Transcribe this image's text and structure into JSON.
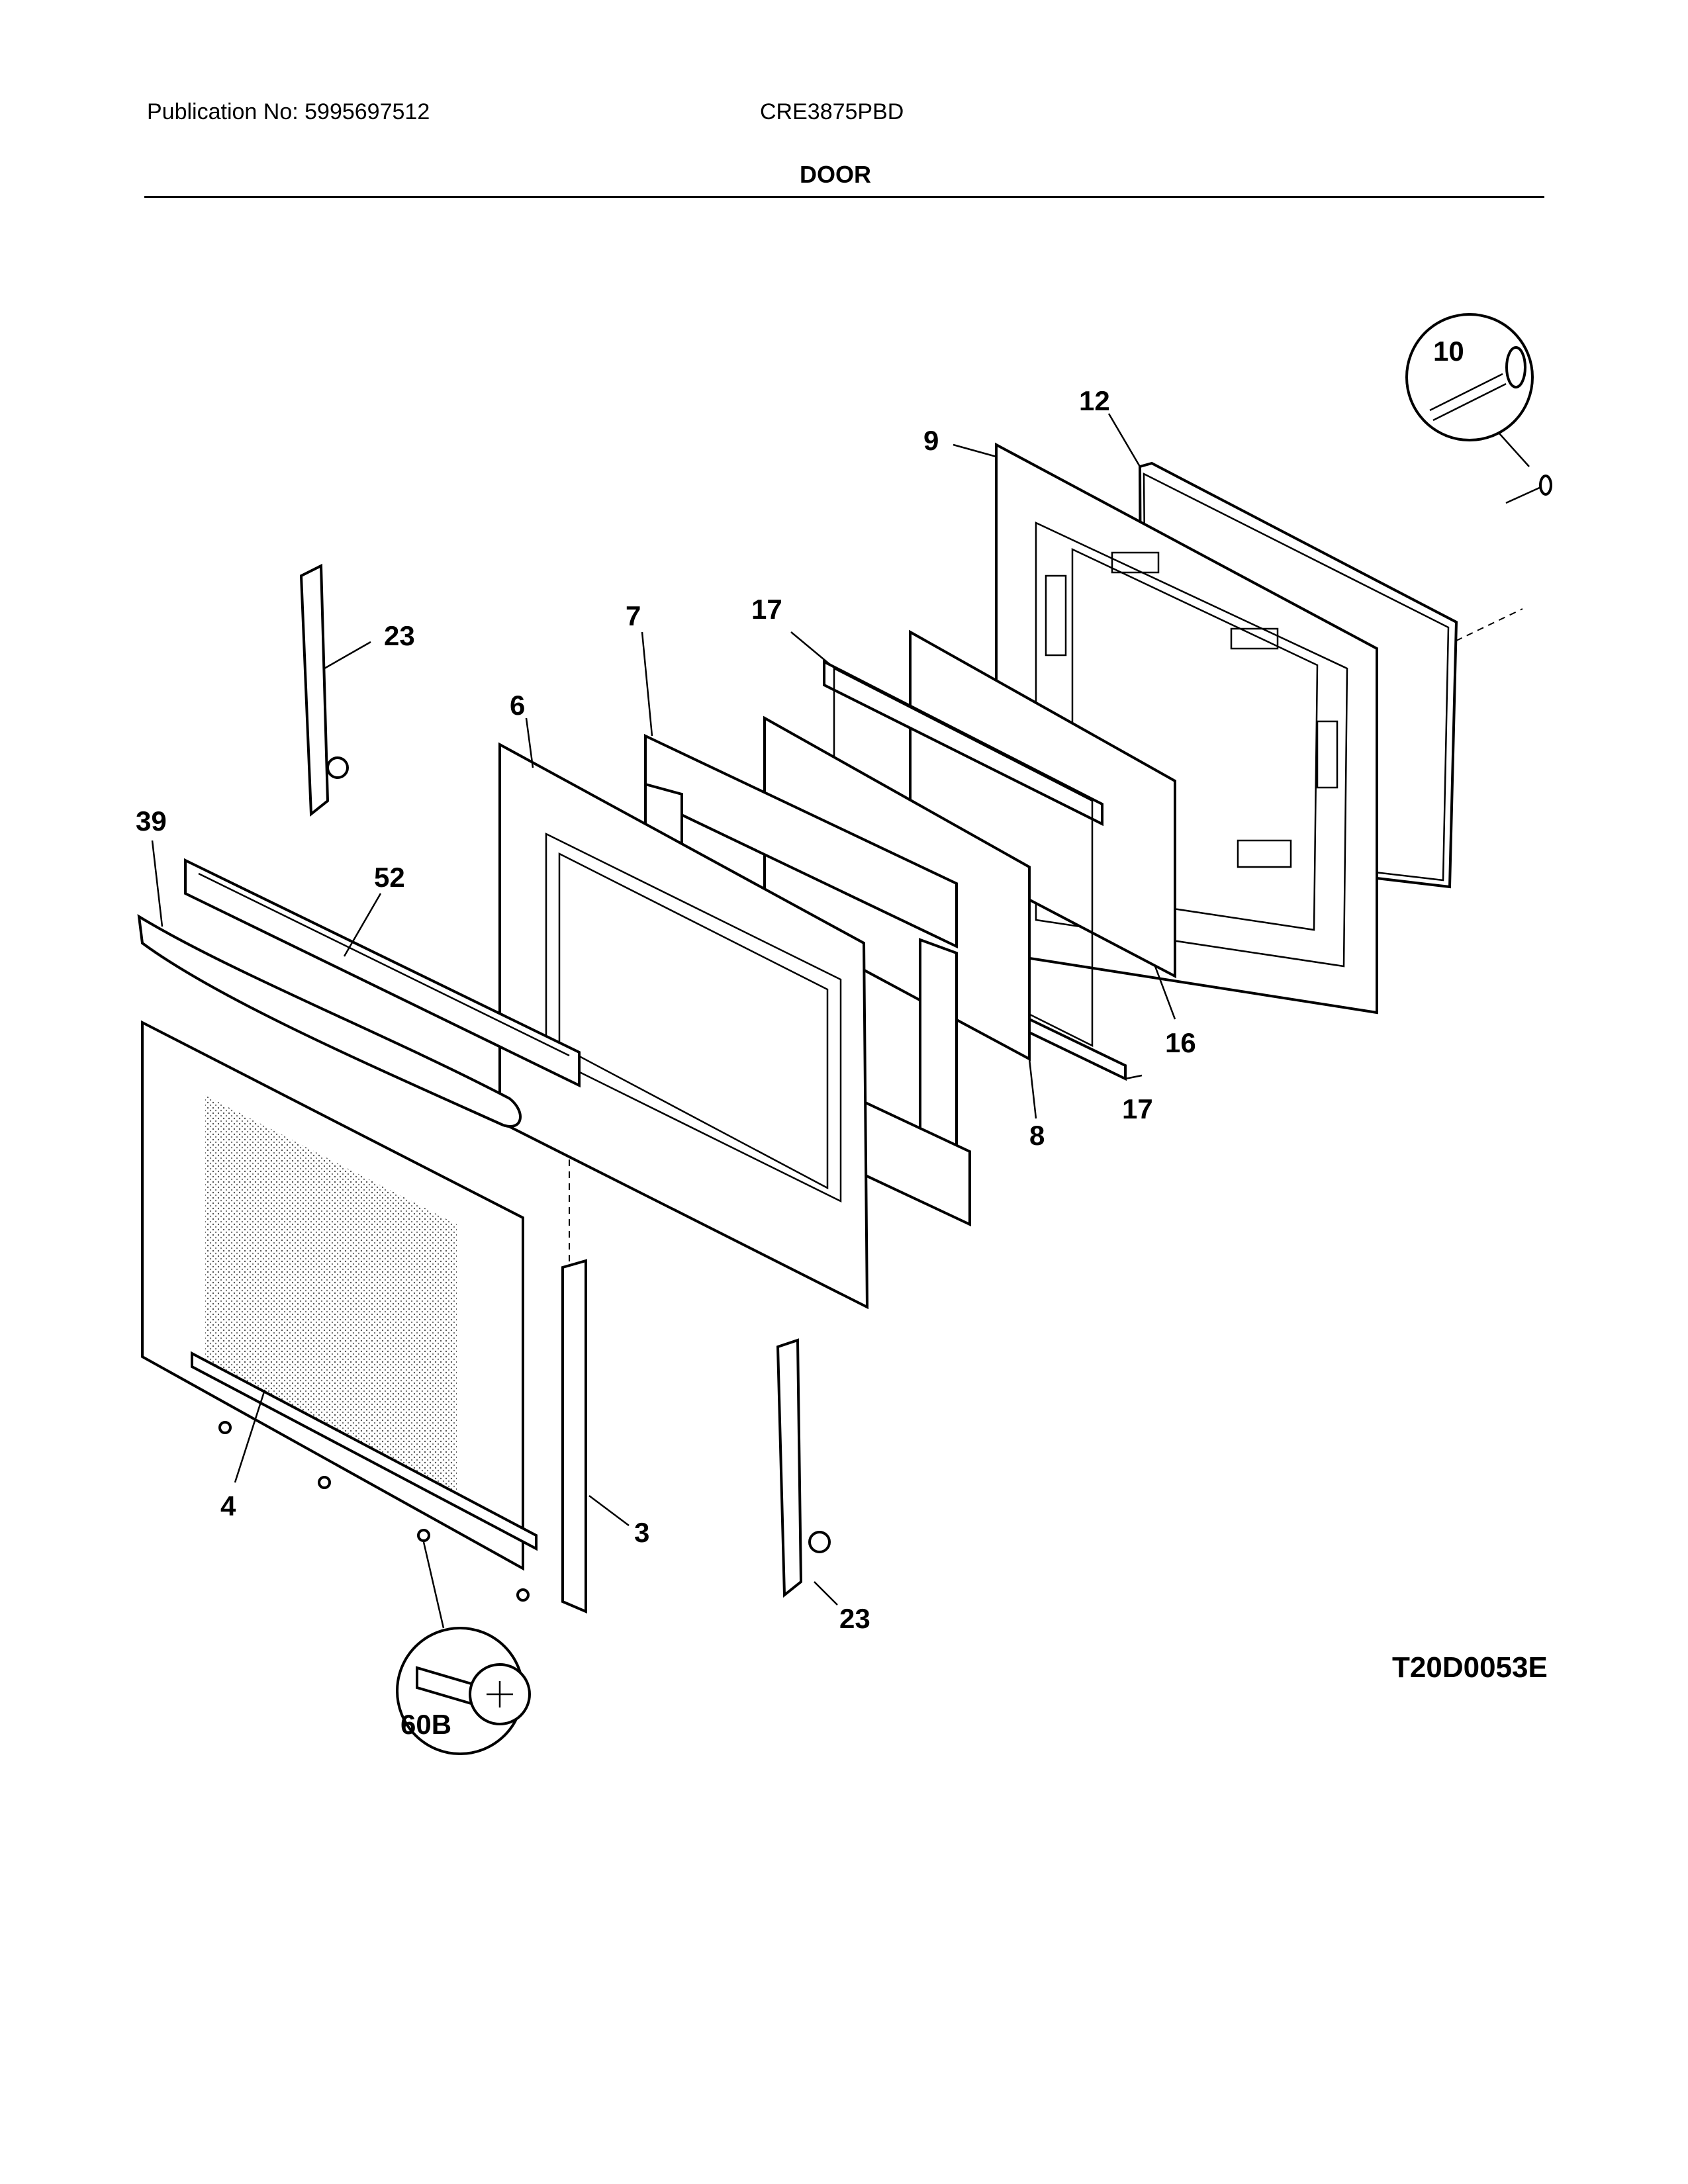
{
  "header": {
    "publication": "Publication No: 5995697512",
    "model": "CRE3875PBD",
    "section_title": "DOOR"
  },
  "diagram_code": "T20D0053E",
  "callouts": {
    "c12": "12",
    "c9": "9",
    "c10": "10",
    "c23a": "23",
    "c7": "7",
    "c17a": "17",
    "c6": "6",
    "c39": "39",
    "c52": "52",
    "c16": "16",
    "c17b": "17",
    "c8": "8",
    "c4": "4",
    "c3": "3",
    "c23b": "23",
    "c60b": "60B"
  }
}
